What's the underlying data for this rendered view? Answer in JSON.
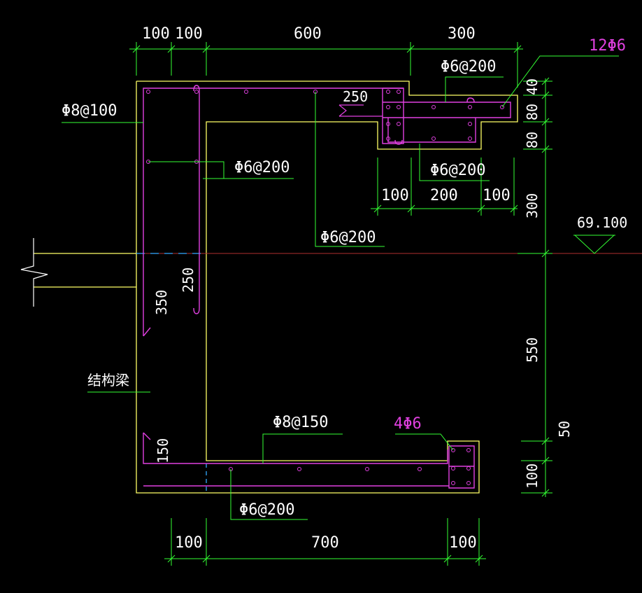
{
  "colors": {
    "background": "#000000",
    "concrete": "#ffff66",
    "rebar": "#e040e0",
    "dimension": "#33ff33",
    "text": "#ffffff",
    "magenta_text": "#e040e0",
    "level_line": "#b03030",
    "dash": "#33aaff"
  },
  "dimensions": {
    "top_100a": "100",
    "top_100b": "100",
    "top_600": "600",
    "top_300": "300",
    "right_40": "40",
    "right_80a": "80",
    "right_80b": "80",
    "right_300": "300",
    "right_550": "550",
    "right_50": "50",
    "right_100": "100",
    "step_100a": "100",
    "step_200": "200",
    "step_100b": "100",
    "bottom_100a": "100",
    "bottom_700": "700",
    "bottom_100b": "100",
    "inner_250_top": "250",
    "inner_250_left": "250",
    "inner_350": "350",
    "inner_150": "150"
  },
  "labels": {
    "outer_rebar": "Φ8@100",
    "inner_wall_rebar": "Φ6@200",
    "top_slab_rebar": "Φ6@200",
    "step_rebar": "Φ6@200",
    "mid_rebar": "Φ6@200",
    "bottom_slab_rebar": "Φ8@150",
    "bottom_dist_rebar": "Φ6@200",
    "longitudinal_12": "12Φ6",
    "longitudinal_4": "4Φ6",
    "beam_label": "结构梁",
    "elevation": "69.100"
  }
}
